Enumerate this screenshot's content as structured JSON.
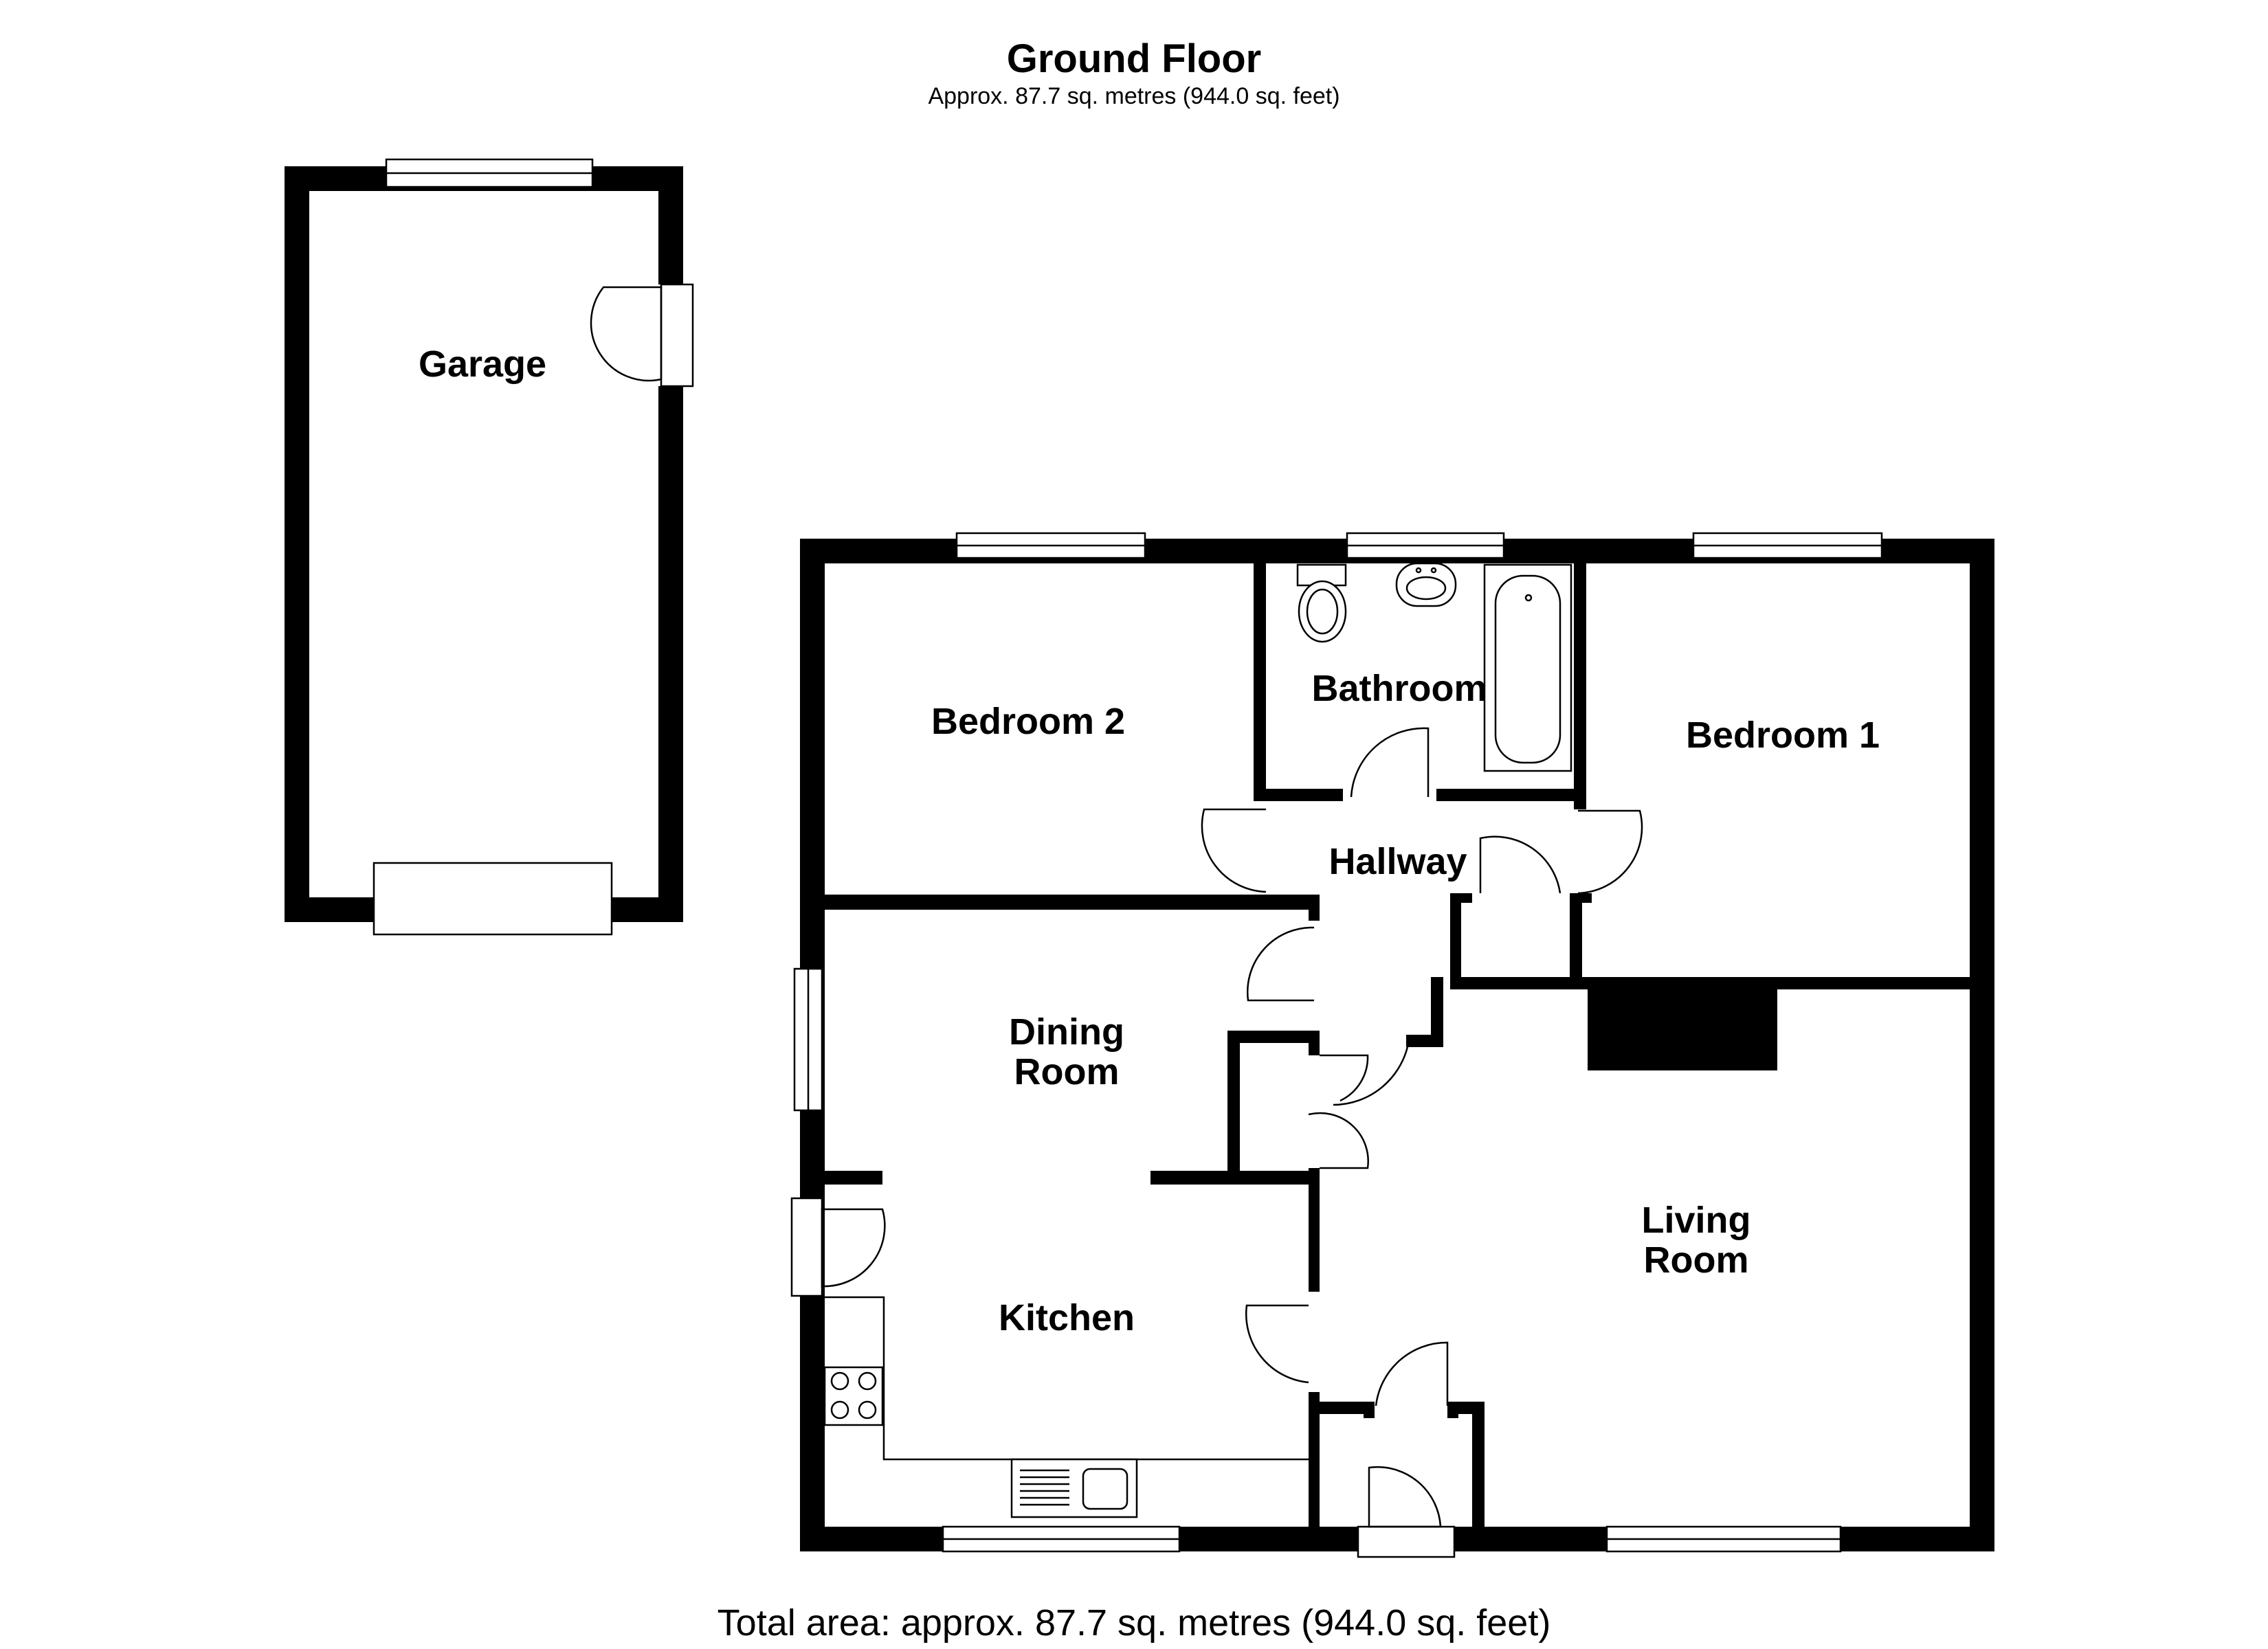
{
  "header": {
    "title": "Ground Floor",
    "subtitle": "Approx. 87.7 sq. metres (944.0 sq. feet)"
  },
  "footer": {
    "total_area": "Total area: approx. 87.7 sq. metres (944.0 sq. feet)"
  },
  "rooms": {
    "garage": "Garage",
    "bedroom2": "Bedroom 2",
    "bathroom": "Bathroom",
    "bedroom1": "Bedroom 1",
    "hallway": "Hallway",
    "dining_line1": "Dining",
    "dining_line2": "Room",
    "living_line1": "Living",
    "living_line2": "Room",
    "kitchen": "Kitchen"
  }
}
